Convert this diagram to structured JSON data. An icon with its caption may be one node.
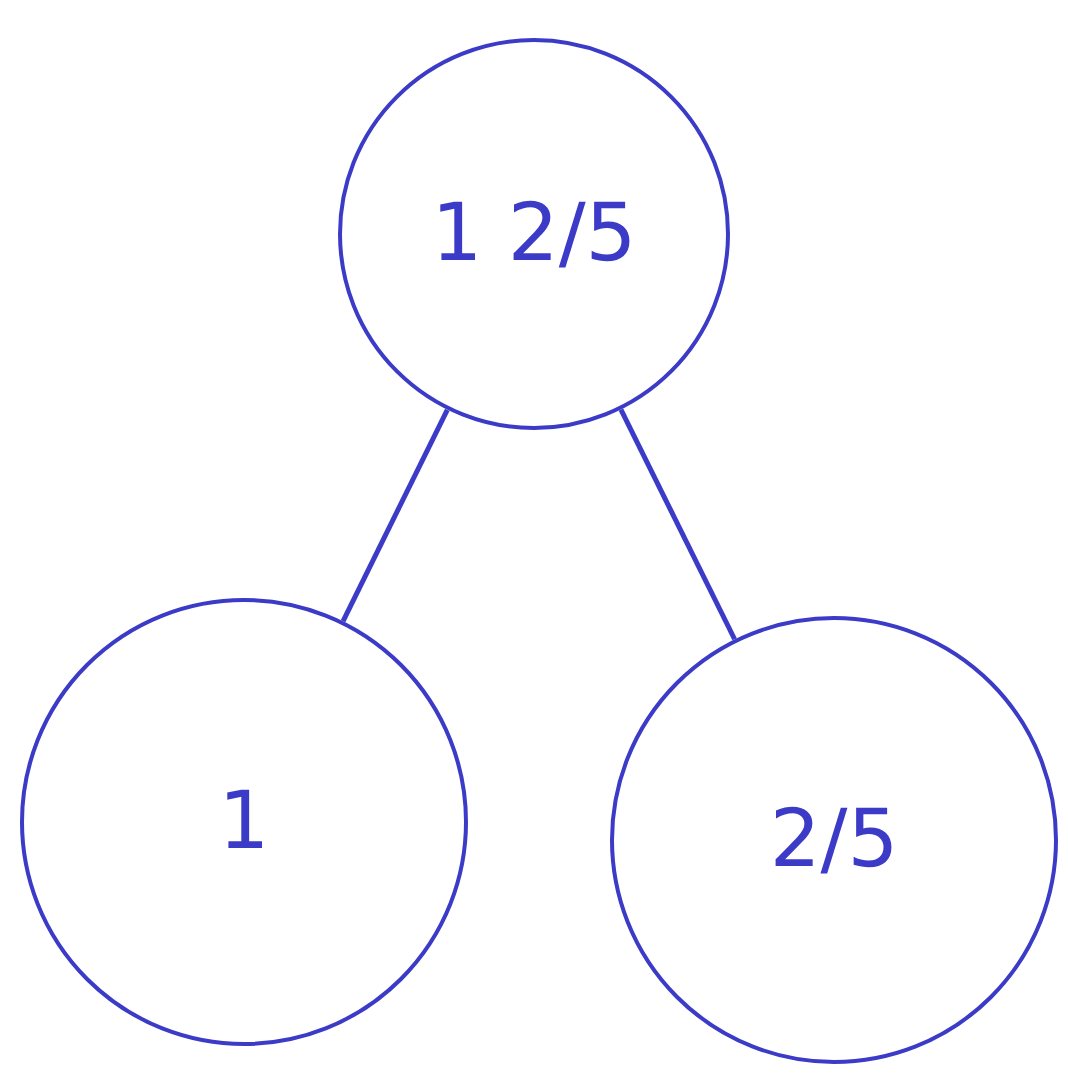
{
  "diagram": {
    "nodes": [
      {
        "text": [
          "1 2/5"
        ]
      },
      {
        "text": [
          "1"
        ]
      },
      {
        "text": [
          "2/5"
        ]
      }
    ],
    "edges": [
      {
        "from": 0,
        "to": 1,
        "arrow": "none"
      },
      {
        "from": 0,
        "to": 2,
        "arrow": "none"
      }
    ]
  }
}
